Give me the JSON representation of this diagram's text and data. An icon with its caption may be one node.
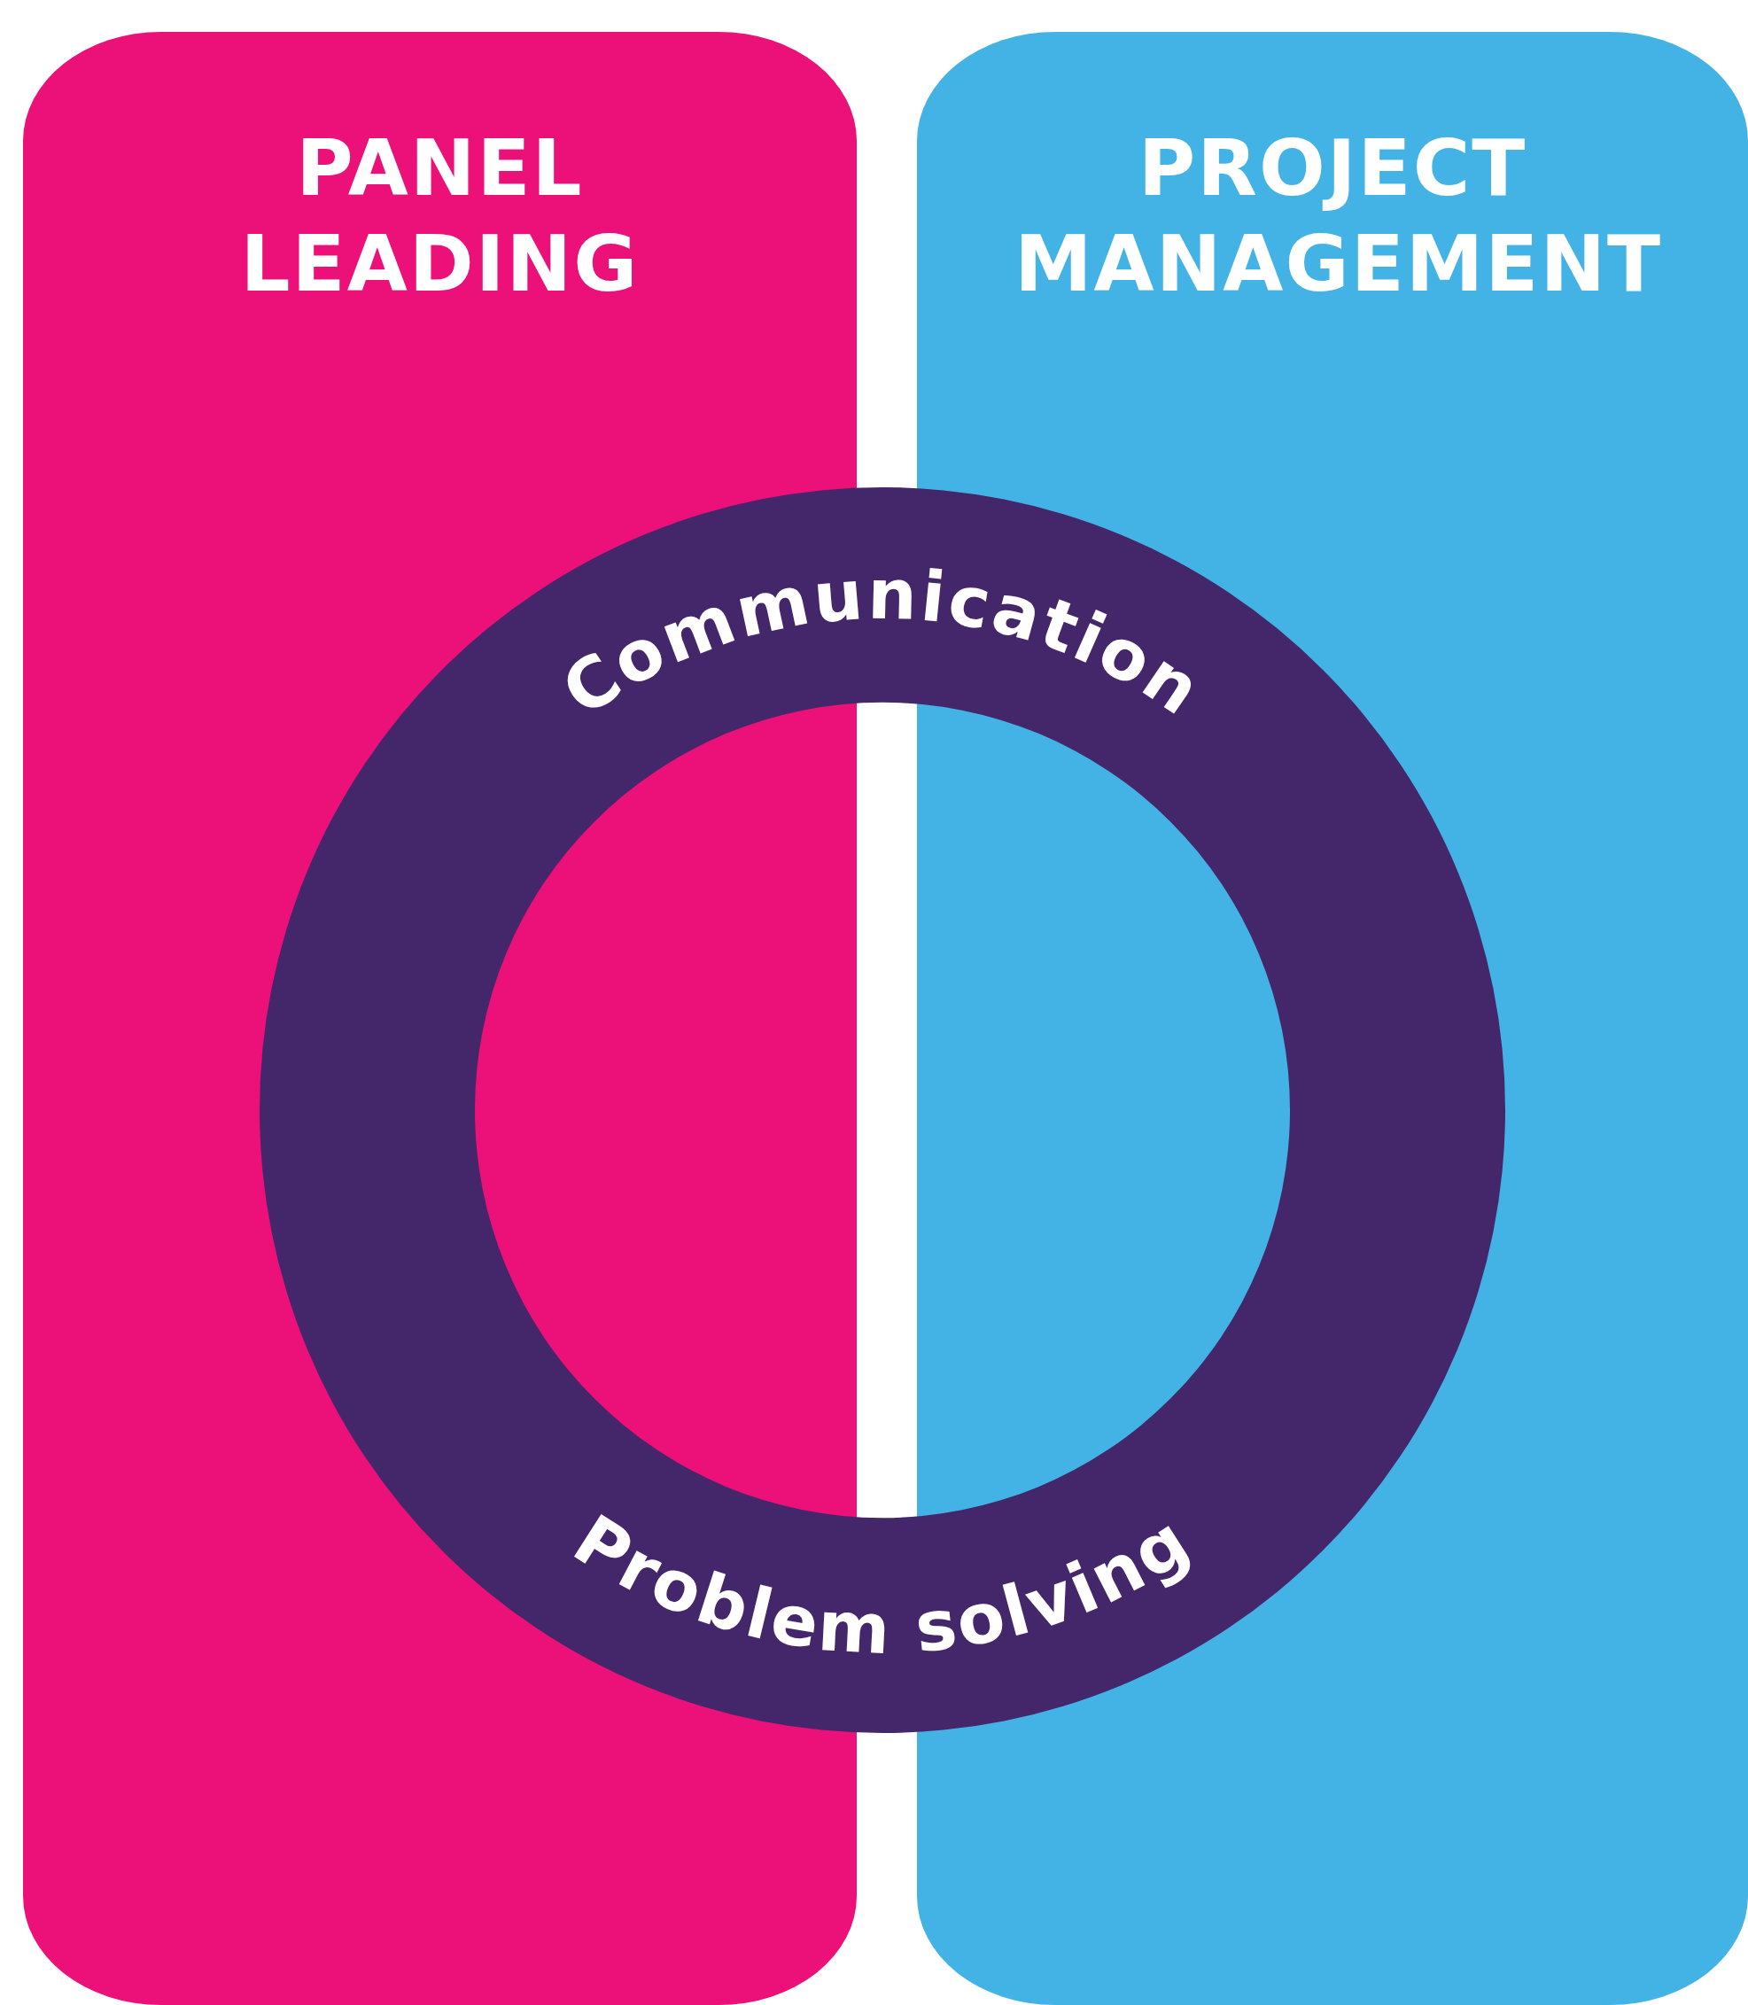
{
  "diagram": {
    "nodes": [
      {
        "text": [
          "PANEL LEADING"
        ]
      },
      {
        "text": [
          "PROJECT MANAGEMENT"
        ]
      },
      {
        "text": [
          "Communication",
          "Problem solving"
        ]
      }
    ],
    "edges": []
  }
}
